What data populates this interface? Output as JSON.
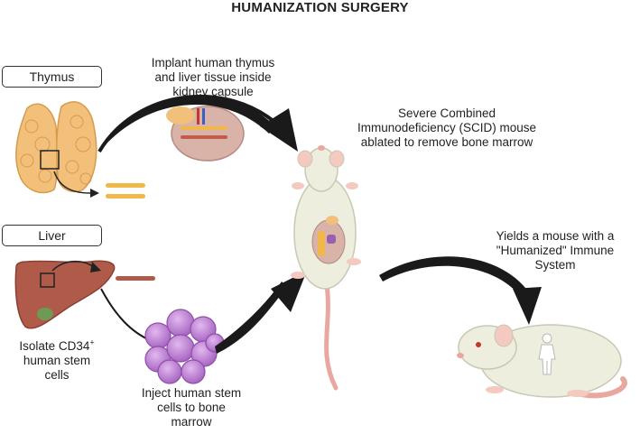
{
  "title": "HUMANIZATION SURGERY",
  "organs": {
    "thymus_label": "Thymus",
    "liver_label": "Liver"
  },
  "steps": {
    "implant_line1": "Implant human thymus",
    "implant_line2": "and liver tissue inside",
    "implant_line3": "kidney capsule",
    "scid_line1": "Severe Combined",
    "scid_line2": "Immunodeficiency (SCID) mouse",
    "scid_line3": "ablated to remove bone marrow",
    "yield_line1": "Yields a mouse with a",
    "yield_line2": "\"Humanized\" Immune",
    "yield_line3": "System",
    "isolate_line1_pre": "Isolate CD34",
    "isolate_line1_sup": "+",
    "isolate_line2": "human stem",
    "isolate_line3": "cells",
    "inject_line1": "Inject human stem",
    "inject_line2": "cells to bone",
    "inject_line3": "marrow"
  },
  "colors": {
    "thymus": "#f2c07a",
    "liver": "#b05a4a",
    "stem_cell": "#c58ad8",
    "mouse_body": "#eeeede",
    "mouse_tail": "#e8a8a0",
    "arrow": "#1a1a1a"
  }
}
